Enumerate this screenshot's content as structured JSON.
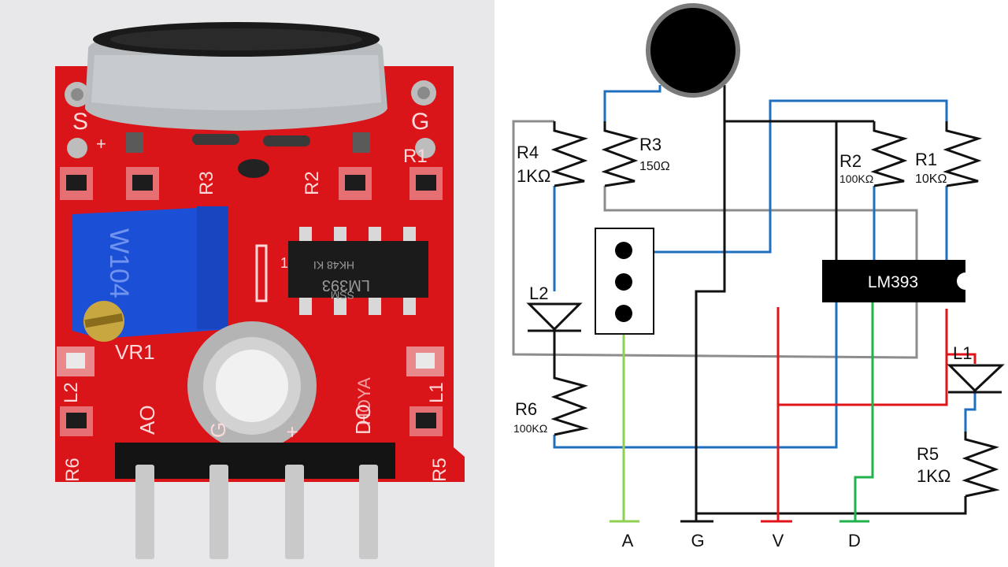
{
  "photo": {
    "silk": {
      "s": "S",
      "g": "G",
      "plus": "+",
      "r1": "R1",
      "r2": "R2",
      "r3": "R3",
      "vr1": "VR1",
      "l1": "L1",
      "l2": "L2",
      "r5": "R5",
      "r6": "R6",
      "ao": "AO",
      "do": "DO",
      "pin_g": "G",
      "pin_plus": "+",
      "hoya": "HOYA",
      "pot": "W104",
      "one": "1"
    },
    "chip": {
      "line1": "HK48 KI",
      "line2": "LM393",
      "line3": "SSM"
    },
    "colors": {
      "pcb": "#d9151a",
      "pot": "#1a4fd6",
      "pins": "#c9c9c9"
    }
  },
  "schematic": {
    "components": {
      "r4": {
        "name": "R4",
        "value": "1KΩ"
      },
      "r3": {
        "name": "R3",
        "value": "150Ω"
      },
      "r2": {
        "name": "R2",
        "value": "100KΩ"
      },
      "r1": {
        "name": "R1",
        "value": "10KΩ"
      },
      "r6": {
        "name": "R6",
        "value": "100KΩ"
      },
      "r5": {
        "name": "R5",
        "value": "1KΩ"
      },
      "l1": {
        "name": "L1"
      },
      "l2": {
        "name": "L2"
      },
      "ic": {
        "name": "LM393"
      }
    },
    "terminals": {
      "a": "A",
      "g": "G",
      "v": "V",
      "d": "D"
    },
    "wire_colors": {
      "black": "#111111",
      "blue": "#1f6fbf",
      "gray": "#8c8c8c",
      "red": "#e0151b",
      "green": "#22b24c",
      "lightgreen": "#8ed150"
    }
  }
}
